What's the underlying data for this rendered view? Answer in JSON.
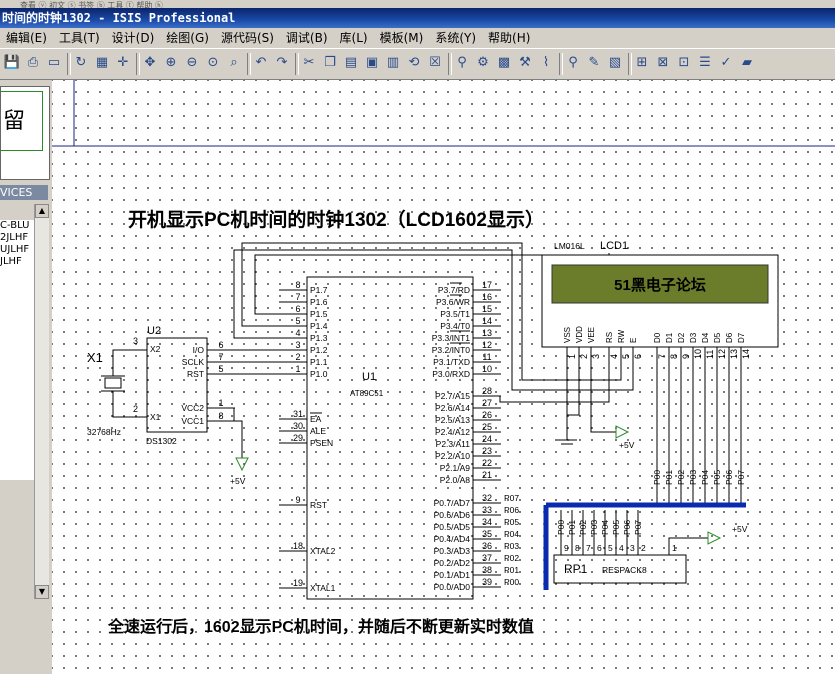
{
  "window": {
    "top_strip": "查看 ⓥ    初文 ⓢ    书签 ⓑ    工具 ⓣ    帮助 ⓗ",
    "title": "时间的时钟1302 - ISIS Professional"
  },
  "menu": [
    {
      "label": "编辑(E)"
    },
    {
      "label": "工具(T)"
    },
    {
      "label": "设计(D)"
    },
    {
      "label": "绘图(G)"
    },
    {
      "label": "源代码(S)"
    },
    {
      "label": "调试(B)"
    },
    {
      "label": "库(L)"
    },
    {
      "label": "模板(M)"
    },
    {
      "label": "系统(Y)"
    },
    {
      "label": "帮助(H)"
    }
  ],
  "toolbar_icons": [
    "save-icon",
    "print-icon",
    "page-icon",
    "refresh-icon",
    "grid-icon",
    "origin-icon",
    "pan-icon",
    "zoom-in-icon",
    "zoom-out-icon",
    "zoom-all-icon",
    "zoom-area-icon",
    "undo-icon",
    "redo-icon",
    "cut-icon",
    "copy-icon",
    "paste-icon",
    "block-copy-icon",
    "block-move-icon",
    "block-rotate-icon",
    "block-delete-icon",
    "pick-device-icon",
    "make-device-icon",
    "package-icon",
    "decompose-icon",
    "wire-autoroute-icon",
    "search-icon",
    "property-tool-icon",
    "design-explorer-icon",
    "new-sheet-icon",
    "delete-sheet-icon",
    "goto-sheet-icon",
    "bom-icon",
    "erc-icon",
    "ares-icon"
  ],
  "left_panel": {
    "overview_glyph": "留",
    "devices_header": "VICES",
    "devices": [
      "C-BLU",
      "2JLHF",
      "UJLHF",
      "JLHF"
    ]
  },
  "schematic": {
    "title": "开机显示PC机时间的时钟1302（LCD1602显示）",
    "footer_note": "全速运行后，1602显示PC机时间，并随后不断更新实时数值",
    "crystal": {
      "ref": "X1",
      "freq": "32768Hz"
    },
    "u2": {
      "ref": "U2",
      "part": "DS1302",
      "pins_left": [
        {
          "name": "X2",
          "num": "3"
        },
        {
          "name": "X1",
          "num": "2"
        }
      ],
      "pins_right": [
        {
          "name": "I/O",
          "num": "6"
        },
        {
          "name": "SCLK",
          "num": "7"
        },
        {
          "name": "RST",
          "num": "5"
        },
        {
          "name": "VCC2",
          "num": "1"
        },
        {
          "name": "VCC1",
          "num": "8"
        }
      ]
    },
    "u1": {
      "ref": "U1",
      "part": "AT89C51",
      "left_pins": [
        {
          "name": "P1.7",
          "num": "8"
        },
        {
          "name": "P1.6",
          "num": "7"
        },
        {
          "name": "P1.5",
          "num": "6"
        },
        {
          "name": "P1.4",
          "num": "5"
        },
        {
          "name": "P1.3",
          "num": "4"
        },
        {
          "name": "P1.2",
          "num": "3"
        },
        {
          "name": "P1.1",
          "num": "2"
        },
        {
          "name": "P1.0",
          "num": "1"
        },
        {
          "name": "EA",
          "num": "31"
        },
        {
          "name": "ALE",
          "num": "30"
        },
        {
          "name": "PSEN",
          "num": "29"
        },
        {
          "name": "RST",
          "num": "9"
        },
        {
          "name": "XTAL2",
          "num": "18"
        },
        {
          "name": "XTAL1",
          "num": "19"
        }
      ],
      "right_pins": [
        {
          "name": "P3.7/RD",
          "num": "17"
        },
        {
          "name": "P3.6/WR",
          "num": "16"
        },
        {
          "name": "P3.5/T1",
          "num": "15"
        },
        {
          "name": "P3.4/T0",
          "num": "14"
        },
        {
          "name": "P3.3/INT1",
          "num": "13"
        },
        {
          "name": "P3.2/INT0",
          "num": "12"
        },
        {
          "name": "P3.1/TXD",
          "num": "11"
        },
        {
          "name": "P3.0/RXD",
          "num": "10"
        },
        {
          "name": "P2.7/A15",
          "num": "28"
        },
        {
          "name": "P2.6/A14",
          "num": "27"
        },
        {
          "name": "P2.5/A13",
          "num": "26"
        },
        {
          "name": "P2.4/A12",
          "num": "25"
        },
        {
          "name": "P2.3/A11",
          "num": "24"
        },
        {
          "name": "P2.2/A10",
          "num": "23"
        },
        {
          "name": "P2.1/A9",
          "num": "22"
        },
        {
          "name": "P2.0/A8",
          "num": "21"
        },
        {
          "name": "P0.7/AD7",
          "num": "32",
          "net": "P07"
        },
        {
          "name": "P0.6/AD6",
          "num": "33",
          "net": "P06"
        },
        {
          "name": "P0.5/AD5",
          "num": "34",
          "net": "P05"
        },
        {
          "name": "P0.4/AD4",
          "num": "35",
          "net": "P04"
        },
        {
          "name": "P0.3/AD3",
          "num": "36",
          "net": "P03"
        },
        {
          "name": "P0.2/AD2",
          "num": "37",
          "net": "P02"
        },
        {
          "name": "P0.1/AD1",
          "num": "38",
          "net": "P01"
        },
        {
          "name": "P0.0/AD0",
          "num": "39",
          "net": "P00"
        }
      ]
    },
    "lcd": {
      "ref": "LCD1",
      "part": "LM016L",
      "display_text": "51黑电子论坛",
      "pins": [
        {
          "name": "VSS",
          "num": "1"
        },
        {
          "name": "VDD",
          "num": "2"
        },
        {
          "name": "VEE",
          "num": "3"
        },
        {
          "name": "RS",
          "num": "4"
        },
        {
          "name": "RW",
          "num": "5"
        },
        {
          "name": "E",
          "num": "6"
        },
        {
          "name": "D0",
          "num": "7",
          "net": "P00"
        },
        {
          "name": "D1",
          "num": "8",
          "net": "P01"
        },
        {
          "name": "D2",
          "num": "9",
          "net": "P02"
        },
        {
          "name": "D3",
          "num": "10",
          "net": "P03"
        },
        {
          "name": "D4",
          "num": "11",
          "net": "P04"
        },
        {
          "name": "D5",
          "num": "12",
          "net": "P05"
        },
        {
          "name": "D6",
          "num": "13",
          "net": "P06"
        },
        {
          "name": "D7",
          "num": "14",
          "net": "P07"
        }
      ]
    },
    "rp1": {
      "ref": "RP1",
      "part": "RESPACK8",
      "pin_nums": [
        "9",
        "8",
        "7",
        "6",
        "5",
        "4",
        "3",
        "2"
      ],
      "pin_nets": [
        "P00",
        "P01",
        "P02",
        "P03",
        "P04",
        "P05",
        "P06",
        "P07"
      ],
      "common_pin": "1"
    },
    "power": {
      "u2_vcc": "+5V",
      "lcd_vdd": "+5V",
      "rp1_common": "+5V"
    },
    "colors": {
      "wire": "#000000",
      "bus": "#0a2bb0",
      "lcd_screen": "#6b7c2a",
      "lcd_text": "#ff3030",
      "note_text": "#ff0000",
      "title_bar": "#0a246a",
      "sheet_border": "#1a237e"
    }
  }
}
